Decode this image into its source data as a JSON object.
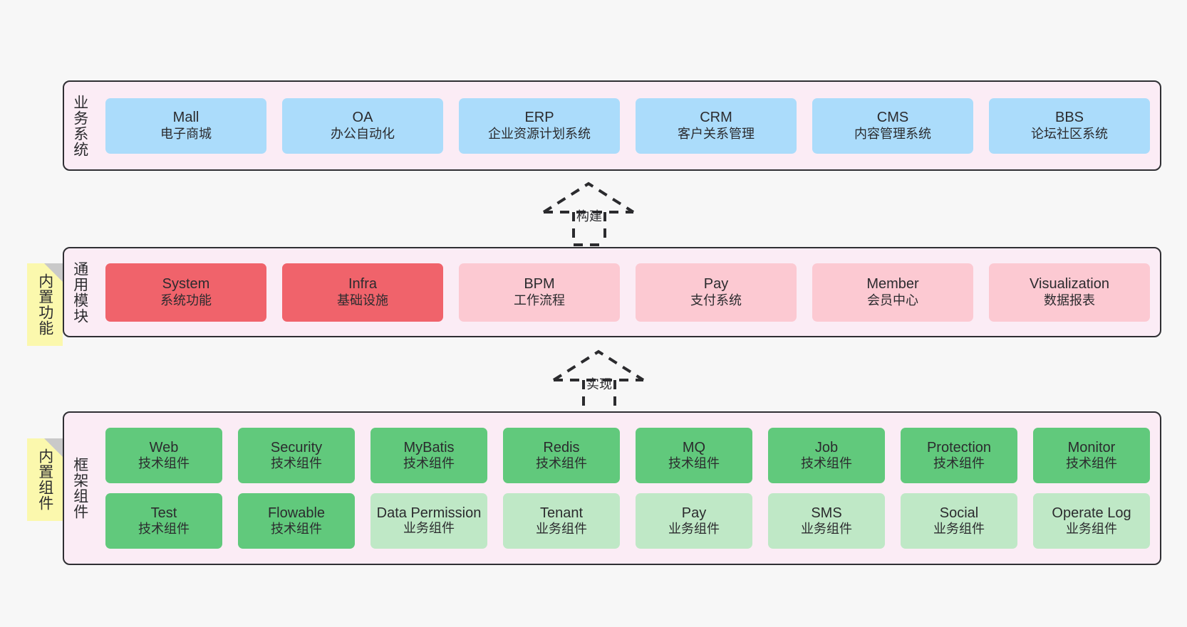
{
  "canvas": {
    "background": "#f7f7f7"
  },
  "palette": {
    "layer_bg": "#fbecf5",
    "layer_border": "#2f2f33",
    "business": "#abdcfb",
    "core_module": "#f0636b",
    "module": "#fcc9d2",
    "tech_component": "#61c97c",
    "business_component": "#bfe8c6",
    "note": "#fbf8ad",
    "note_fold": "#c9c9c9"
  },
  "layers": {
    "business": {
      "title": "业务系统",
      "cards": [
        {
          "en": "Mall",
          "cn": "电子商城"
        },
        {
          "en": "OA",
          "cn": "办公自动化"
        },
        {
          "en": "ERP",
          "cn": "企业资源计划系统"
        },
        {
          "en": "CRM",
          "cn": "客户关系管理"
        },
        {
          "en": "CMS",
          "cn": "内容管理系统"
        },
        {
          "en": "BBS",
          "cn": "论坛社区系统"
        }
      ]
    },
    "modules": {
      "title": "通用模块",
      "note": "内置功能",
      "cards": [
        {
          "en": "System",
          "cn": "系统功能",
          "kind": "core"
        },
        {
          "en": "Infra",
          "cn": "基础设施",
          "kind": "core"
        },
        {
          "en": "BPM",
          "cn": "工作流程",
          "kind": "mod"
        },
        {
          "en": "Pay",
          "cn": "支付系统",
          "kind": "mod"
        },
        {
          "en": "Member",
          "cn": "会员中心",
          "kind": "mod"
        },
        {
          "en": "Visualization",
          "cn": "数据报表",
          "kind": "mod"
        }
      ]
    },
    "framework": {
      "title": "框架组件",
      "note": "内置组件",
      "row1": [
        {
          "en": "Web",
          "cn": "技术组件"
        },
        {
          "en": "Security",
          "cn": "技术组件"
        },
        {
          "en": "MyBatis",
          "cn": "技术组件"
        },
        {
          "en": "Redis",
          "cn": "技术组件"
        },
        {
          "en": "MQ",
          "cn": "技术组件"
        },
        {
          "en": "Job",
          "cn": "技术组件"
        },
        {
          "en": "Protection",
          "cn": "技术组件"
        },
        {
          "en": "Monitor",
          "cn": "技术组件"
        }
      ],
      "row2": [
        {
          "en": "Test",
          "cn": "技术组件",
          "kind": "tech"
        },
        {
          "en": "Flowable",
          "cn": "技术组件",
          "kind": "tech"
        },
        {
          "en": "Data Permission",
          "cn": "业务组件",
          "kind": "bizc"
        },
        {
          "en": "Tenant",
          "cn": "业务组件",
          "kind": "bizc"
        },
        {
          "en": "Pay",
          "cn": "业务组件",
          "kind": "bizc"
        },
        {
          "en": "SMS",
          "cn": "业务组件",
          "kind": "bizc"
        },
        {
          "en": "Social",
          "cn": "业务组件",
          "kind": "bizc"
        },
        {
          "en": "Operate Log",
          "cn": "业务组件",
          "kind": "bizc"
        }
      ]
    }
  },
  "connectors": [
    {
      "label": "构建",
      "direction": "up"
    },
    {
      "label": "实现",
      "direction": "up"
    }
  ]
}
